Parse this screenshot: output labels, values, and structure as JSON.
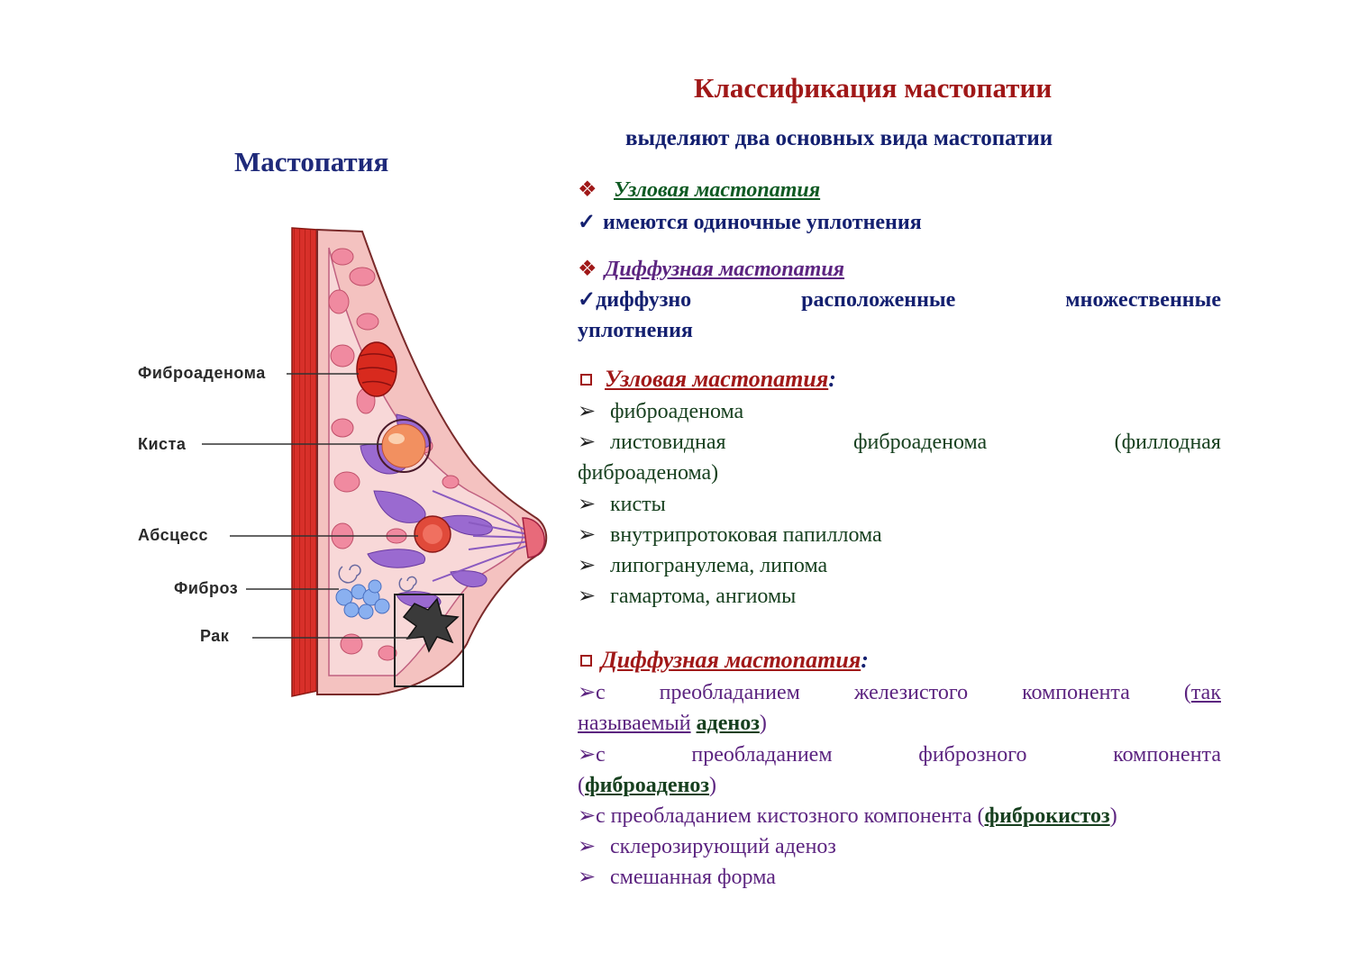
{
  "left": {
    "title": "Мастопатия",
    "labels": {
      "fibroadenoma": "Фиброаденома",
      "cyst": "Киста",
      "abscess": "Абсцесс",
      "fibrosis": "Фиброз",
      "cancer": "Рак"
    }
  },
  "right": {
    "title": "Классификация мастопатии",
    "subtitle": "выделяют два основных вида мастопатии",
    "diamond": "❖",
    "check": "✓",
    "arrow": "➢",
    "type1": {
      "name": "Узловая мастопатия",
      "desc": "имеются одиночные уплотнения"
    },
    "type2": {
      "name": "Диффузная мастопатия",
      "desc_words": [
        "диффузно",
        "расположенные",
        "множественные"
      ],
      "desc_end": "уплотнения"
    },
    "nodular": {
      "heading": "Узловая мастопатия",
      "colon": ":",
      "item1": "фиброаденома",
      "item2_words": [
        "листовидная",
        "фиброаденома",
        "(филлодная"
      ],
      "item2_end": "фиброаденома)",
      "item3": "кисты",
      "item4": "внутрипротоковая папиллома",
      "item5": "липогранулема, липома",
      "item6": "гамартома, ангиомы"
    },
    "diffuse": {
      "heading": "Диффузная мастопатия",
      "colon": ":",
      "i1_words": [
        "с",
        "преобладанием",
        "железистого",
        "компонента"
      ],
      "i1_open": "(",
      "i1_tak": "так",
      "i1_called": "называемый",
      "i1_term": "аденоз",
      "i1_close": ")",
      "i2_words": [
        "с",
        "преобладанием",
        "фиброзного",
        "компонента"
      ],
      "i2_open": "(",
      "i2_term": "фиброаденоз",
      "i2_close": ")",
      "i3_text": "с преобладанием кистозного компонента (",
      "i3_term": "фиброкистоз",
      "i3_close": ")",
      "i4": "склерозирующий аденоз",
      "i5": "смешанная форма"
    }
  }
}
